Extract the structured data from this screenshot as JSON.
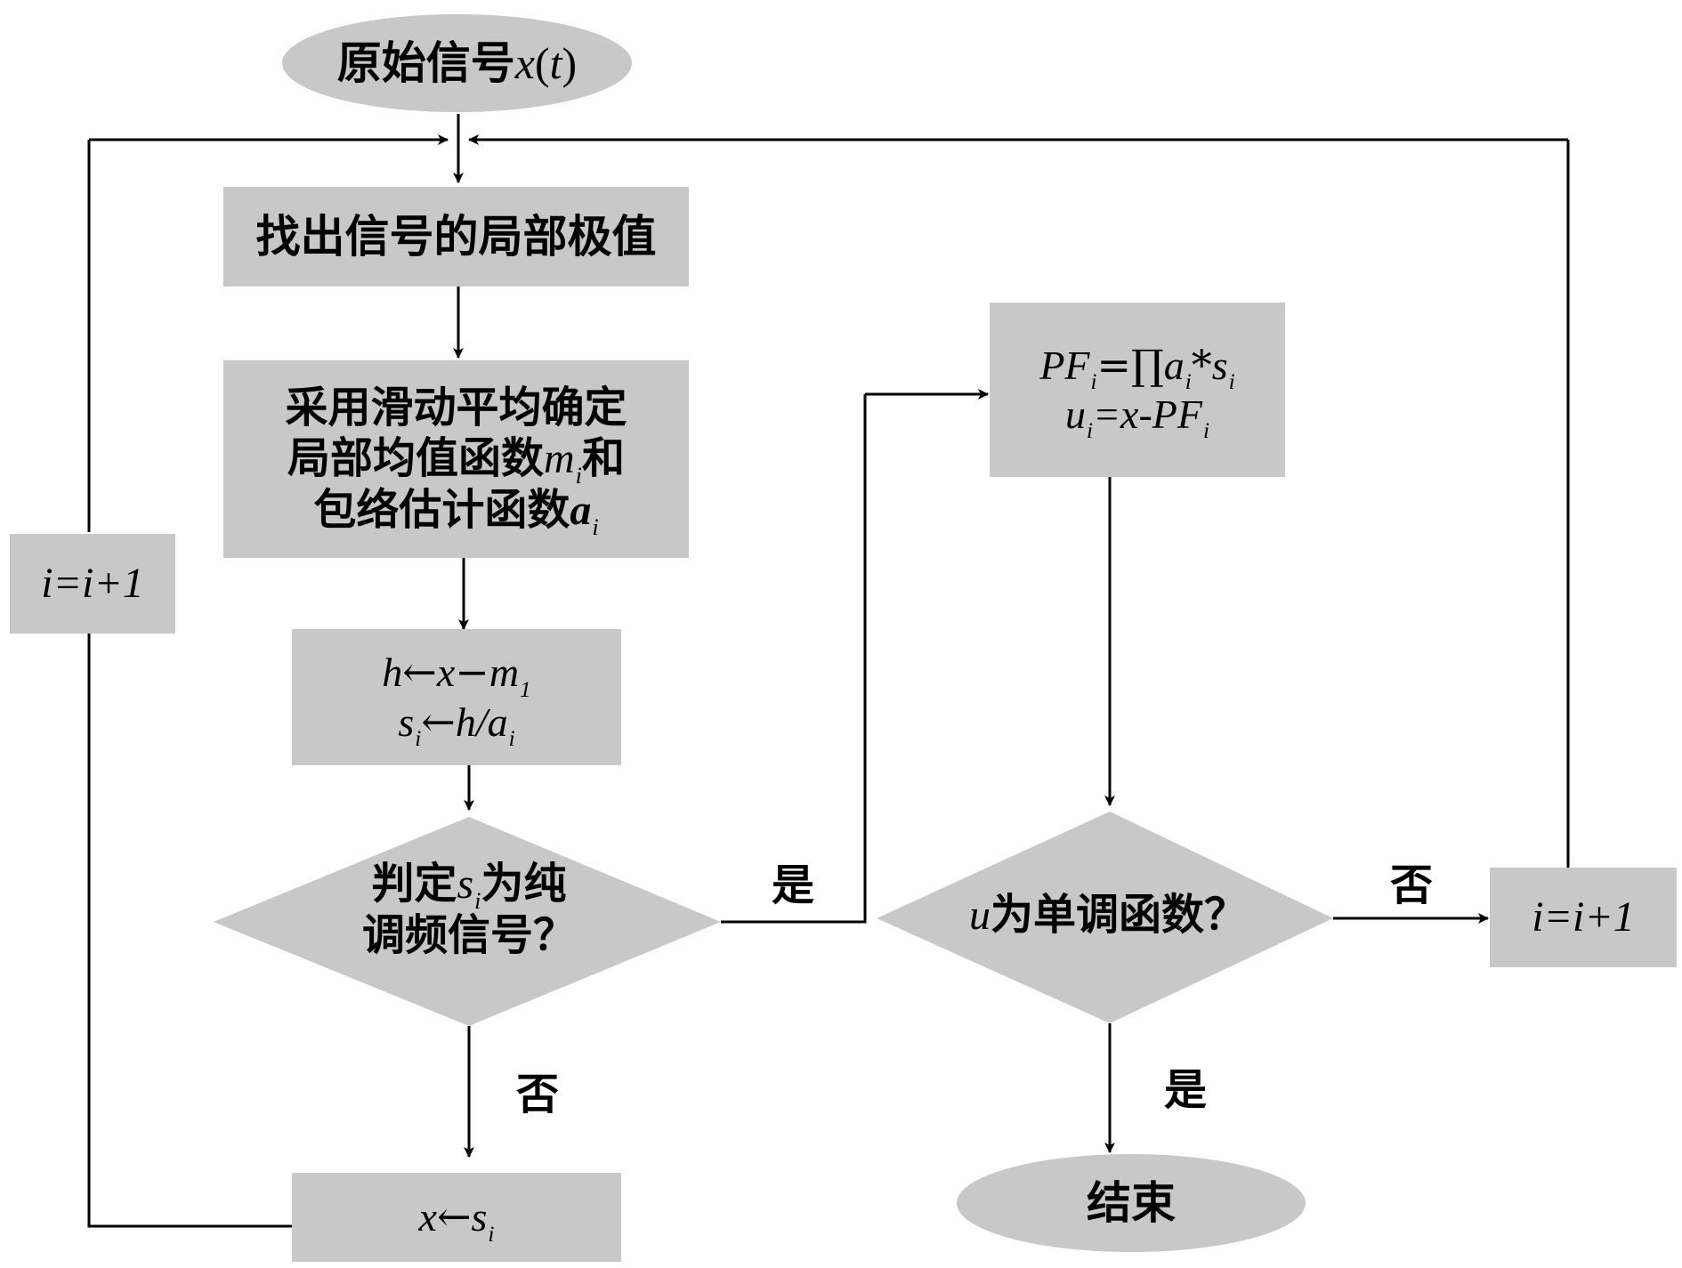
{
  "nodes": {
    "start": {
      "label_cjk": "原始信号",
      "label_math": "x",
      "label_paren_open": "(",
      "label_var": "t",
      "label_paren_close": ")"
    },
    "find_extrema": {
      "label": "找出信号的局部极值"
    },
    "moving_avg": {
      "line1": "采用滑动平均确定",
      "line2_cjk": "局部均值函数",
      "line2_var": "m",
      "line2_sub": "i",
      "line2_tail": "和",
      "line3_cjk": "包络估计函数",
      "line3_var": "a",
      "line3_sub": "i"
    },
    "compute_h": {
      "line1_a": "h",
      "line1_op": "←",
      "line1_b": "x",
      "line1_minus": "−",
      "line1_c": "m",
      "line1_sub": "1",
      "line2_a": "s",
      "line2_sub_a": "i",
      "line2_op": "←",
      "line2_b": "h/a",
      "line2_sub_b": "i"
    },
    "is_pure_fm": {
      "line1_pre": "判定",
      "line1_var": "s",
      "line1_sub": "i",
      "line1_post": "为纯",
      "line2": "调频信号？"
    },
    "update_x": {
      "var_a": "x",
      "op": "←",
      "var_b": "s",
      "sub": "i"
    },
    "increment_left": {
      "label": "i=i+1"
    },
    "pf_box": {
      "line1_a": "PF",
      "line1_sub_a": "i",
      "line1_op": "=∏",
      "line1_b": "a",
      "line1_sub_b": "i",
      "line1_star": "*",
      "line1_c": "s",
      "line1_sub_c": "i",
      "line2_a": "u",
      "line2_sub_a": "i",
      "line2_rest": "=x-PF",
      "line2_sub_b": "i"
    },
    "is_monotonic": {
      "var": "u",
      "label": "为单调函数？"
    },
    "increment_right": {
      "label": "i=i+1"
    },
    "end": {
      "label": "结束"
    }
  },
  "edge_labels": {
    "yes_fm": "是",
    "no_fm": "否",
    "no_mono": "否",
    "yes_mono": "是"
  },
  "colors": {
    "shape_fill": "#c8c8c8",
    "line": "#000000",
    "background": "#ffffff"
  }
}
